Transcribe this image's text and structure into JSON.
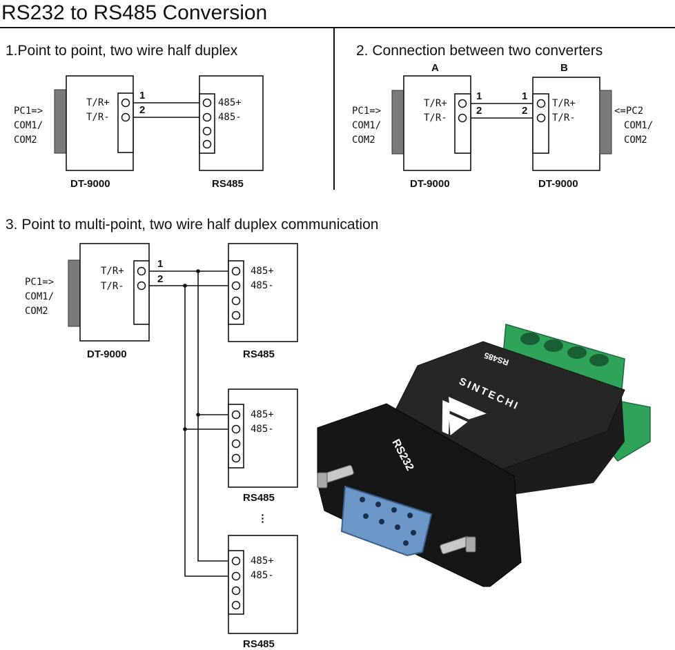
{
  "title": "RS232 to RS485 Conversion",
  "sections": [
    {
      "title": "1.Point to point, two wire half duplex"
    },
    {
      "title": "2. Connection between two converters"
    },
    {
      "title": "3. Point to multi-point, two wire half duplex communication"
    }
  ],
  "labels": {
    "pc1_line1": "PC1=>",
    "pc1_line2": "COM1/",
    "pc1_line3": "COM2",
    "pc2_line1": "<=PC2",
    "pc2_line2": "COM1/",
    "pc2_line3": "COM2",
    "tr_plus": "T/R+",
    "tr_minus": "T/R-",
    "rs485_plus": "485+",
    "rs485_minus": "485-",
    "wire1": "1",
    "wire2": "2",
    "converter": "DT-9000",
    "rs485": "RS485",
    "side_a": "A",
    "side_b": "B",
    "ellipsis": "⋮"
  },
  "product": {
    "rs232_label": "RS232",
    "rs485_label": "RS485",
    "brand": "SINTECHI",
    "colors": {
      "body": "#1c1c1c",
      "terminal_block": "#2fa35a",
      "db9_shell": "#6d97c9"
    }
  }
}
